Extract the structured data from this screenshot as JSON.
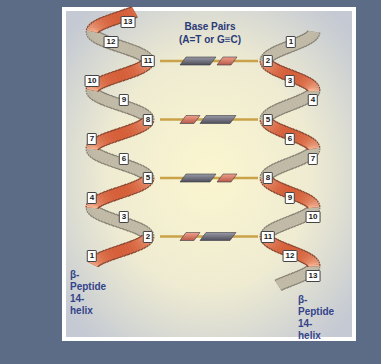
{
  "diagram": {
    "labels": [
      "Base Pairs",
      "(A=T or G≡C)",
      "1",
      "2",
      "3",
      "4",
      "5",
      "6",
      "7",
      "8",
      "9",
      "10",
      "11",
      "12",
      "13",
      "1",
      "2",
      "3",
      "4",
      "5",
      "6",
      "7",
      "8",
      "9",
      "10",
      "11",
      "12",
      "13",
      "β-Peptide 14-helix",
      "β-Peptide 14-helix"
    ]
  }
}
